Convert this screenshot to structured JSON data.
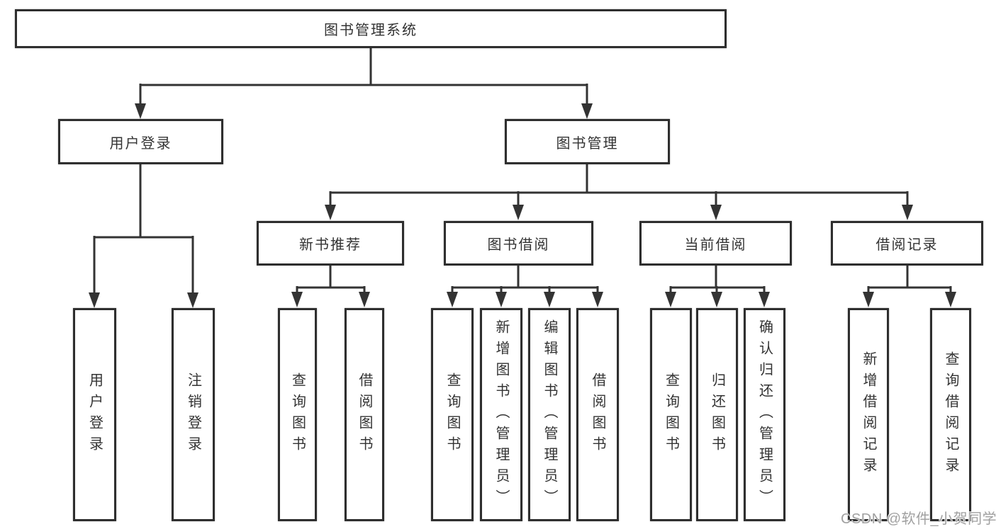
{
  "tree": {
    "root": {
      "label": "图书管理系统"
    },
    "branches": [
      {
        "label": "用户登录",
        "children": [
          {
            "label": "用户登录"
          },
          {
            "label": "注销登录"
          }
        ]
      },
      {
        "label": "图书管理",
        "children": [
          {
            "label": "新书推荐",
            "children": [
              {
                "label": "查询图书"
              },
              {
                "label": "借阅图书"
              }
            ]
          },
          {
            "label": "图书借阅",
            "children": [
              {
                "label": "查询图书"
              },
              {
                "label": "新增图书（管理员）"
              },
              {
                "label": "编辑图书（管理员）"
              },
              {
                "label": "借阅图书"
              }
            ]
          },
          {
            "label": "当前借阅",
            "children": [
              {
                "label": "查询图书"
              },
              {
                "label": "归还图书"
              },
              {
                "label": "确认归还（管理员）"
              }
            ]
          },
          {
            "label": "借阅记录",
            "children": [
              {
                "label": "新增借阅记录"
              },
              {
                "label": "查询借阅记录"
              }
            ]
          }
        ]
      }
    ]
  },
  "watermark": {
    "text": "CSDN @软件_小贺同学"
  },
  "colors": {
    "line": "#333333",
    "box_border": "#2e2e2e",
    "text": "#333333",
    "watermark": "#a0a0a0",
    "background": "#ffffff"
  }
}
